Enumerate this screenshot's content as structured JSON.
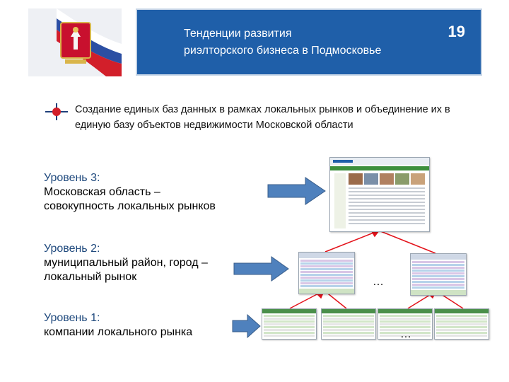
{
  "header": {
    "title_line1": "Тенденции развития",
    "title_line2": "риэлторского бизнеса в Подмосковье",
    "slide_number": "19"
  },
  "bullet": {
    "icon": "compass-star-icon",
    "text": "Создание единых баз данных в рамках локальных рынков и объединение их в единую базу объектов недвижимости Московской области"
  },
  "levels": [
    {
      "title": "Уровень 3:",
      "text_line1": "Московская область –",
      "text_line2": "совокупность локальных рынков"
    },
    {
      "title": "Уровень 2:",
      "text_line1": "муниципальный район, город –",
      "text_line2": "локальный рынок"
    },
    {
      "title": "Уровень 1:",
      "text_line1": "компании локального рынка",
      "text_line2": ""
    }
  ],
  "ellipsis": "…",
  "colors": {
    "header_bg": "#1f5fa9",
    "arrow_blue": "#4f81bd",
    "connector_red": "#e3131b",
    "level_title": "#1f497d"
  }
}
